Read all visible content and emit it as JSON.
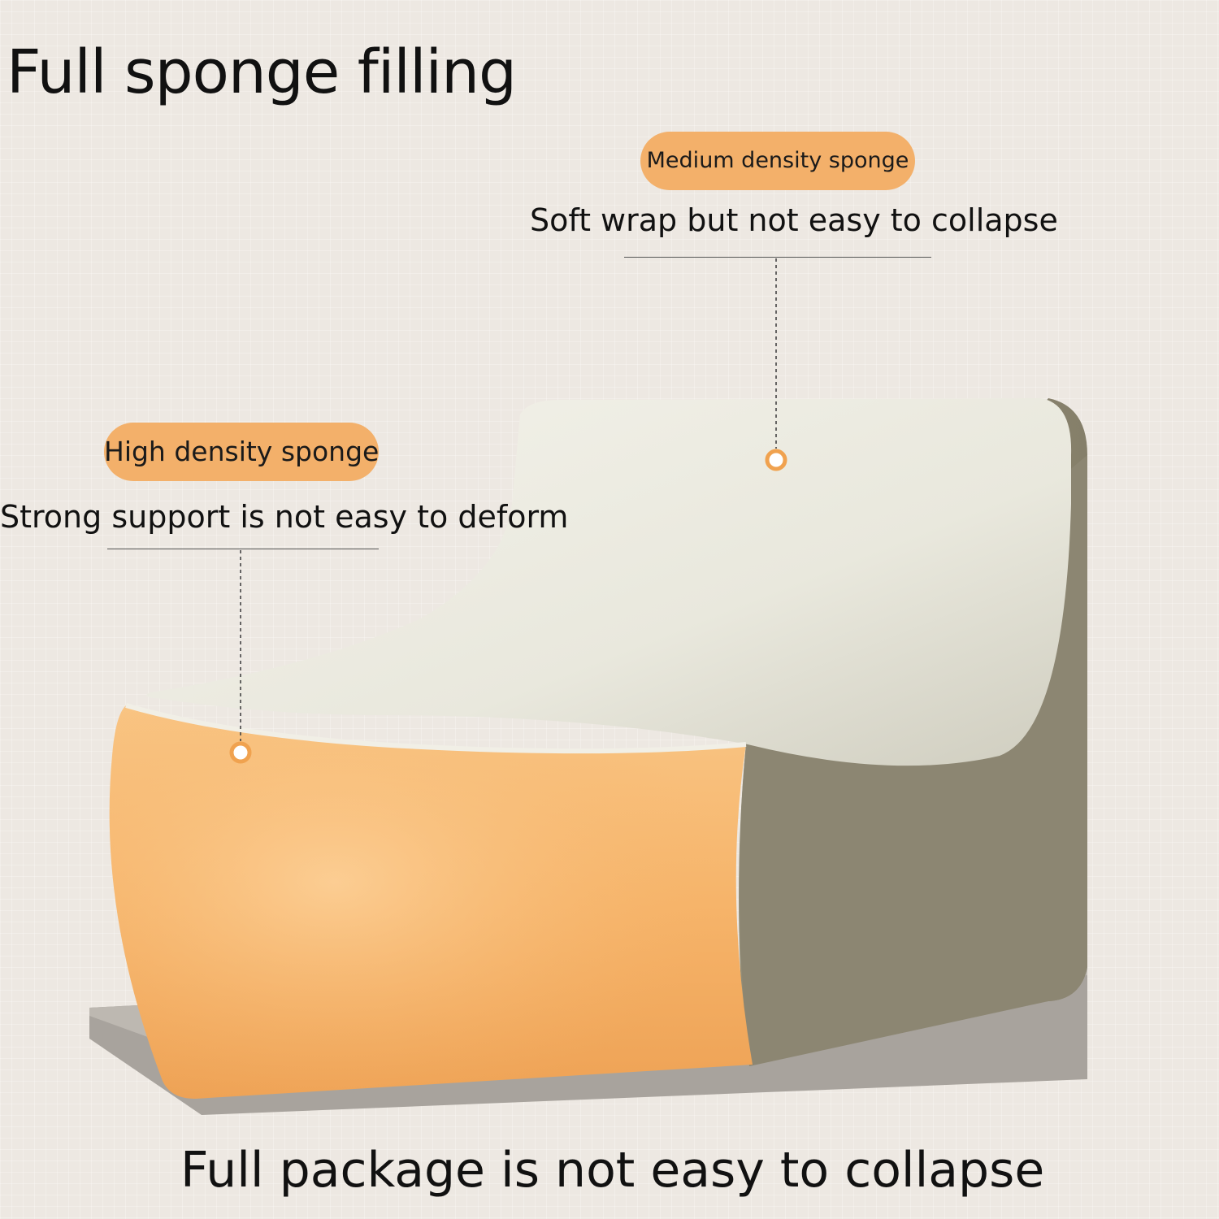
{
  "title": "Full sponge filling",
  "medium": {
    "label": "Medium density sponge",
    "description": "Soft wrap but not easy to collapse"
  },
  "high": {
    "label": "High density sponge",
    "description": "Strong support is not easy to deform"
  },
  "footer": "Full package is not easy to collapse",
  "colors": {
    "background": "#ede8e2",
    "accent_orange": "#f3b06a",
    "seat_orange": "#f7b266",
    "back_white": "#eeede3",
    "side_gray": "#8c8672",
    "base_plate": "#a8a39d"
  }
}
